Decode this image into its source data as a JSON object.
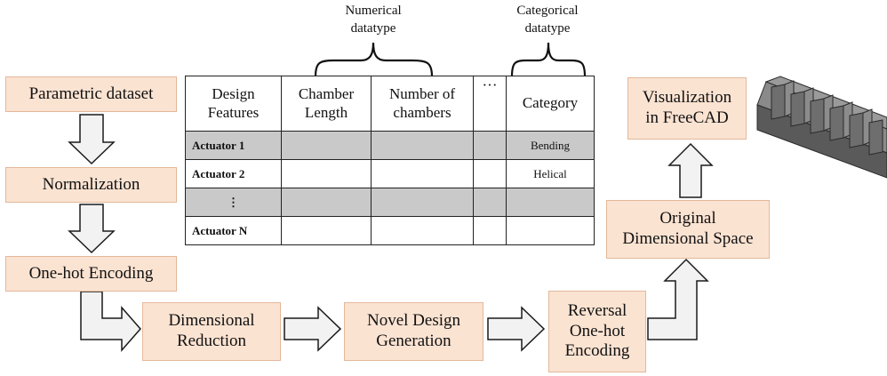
{
  "labels": {
    "numerical": "Numerical\ndatatype",
    "categorical": "Categorical\ndatatype"
  },
  "boxes": {
    "parametric": "Parametric dataset",
    "normalization": "Normalization",
    "onehot": "One-hot Encoding",
    "dimred": "Dimensional\nReduction",
    "novel": "Novel Design\nGeneration",
    "reversal": "Reversal\nOne-hot\nEncoding",
    "original": "Original\nDimensional Space",
    "visualization": "Visualization\nin FreeCAD"
  },
  "table": {
    "headers": [
      "Design\nFeatures",
      "Chamber\nLength",
      "Number of\nchambers",
      "···",
      "Category"
    ],
    "rows": [
      {
        "name": "Actuator 1",
        "category": "Bending"
      },
      {
        "name": "Actuator 2",
        "category": "Helical"
      },
      {
        "name": "⋮",
        "category": ""
      },
      {
        "name": "Actuator N",
        "category": ""
      }
    ]
  },
  "colors": {
    "box_fill": "#fbe3d2",
    "box_border": "#e3b89a",
    "shaded_row": "#c9c9c9",
    "arrow_fill": "#f2f2f2"
  }
}
